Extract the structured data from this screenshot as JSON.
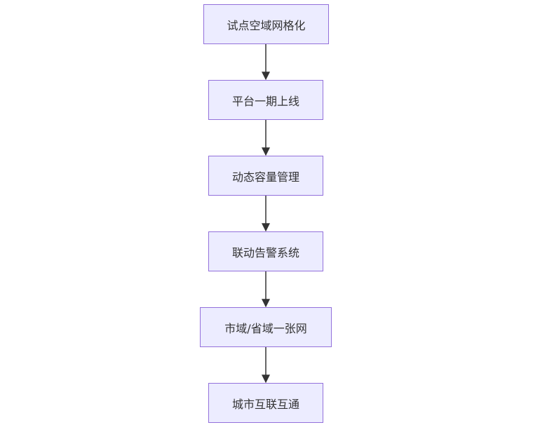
{
  "diagram": {
    "type": "flowchart",
    "direction": "top-to-bottom",
    "colors": {
      "node_fill": "#ECECFF",
      "node_border": "#9370DB",
      "edge": "#333333",
      "text": "#333333"
    },
    "nodes": [
      {
        "id": "n1",
        "label": "试点空域网格化"
      },
      {
        "id": "n2",
        "label": "平台一期上线"
      },
      {
        "id": "n3",
        "label": "动态容量管理"
      },
      {
        "id": "n4",
        "label": "联动告警系统"
      },
      {
        "id": "n5",
        "label": "市域/省域一张网"
      },
      {
        "id": "n6",
        "label": "城市互联互通"
      }
    ],
    "edges": [
      {
        "from": "n1",
        "to": "n2"
      },
      {
        "from": "n2",
        "to": "n3"
      },
      {
        "from": "n3",
        "to": "n4"
      },
      {
        "from": "n4",
        "to": "n5"
      },
      {
        "from": "n5",
        "to": "n6"
      }
    ]
  }
}
